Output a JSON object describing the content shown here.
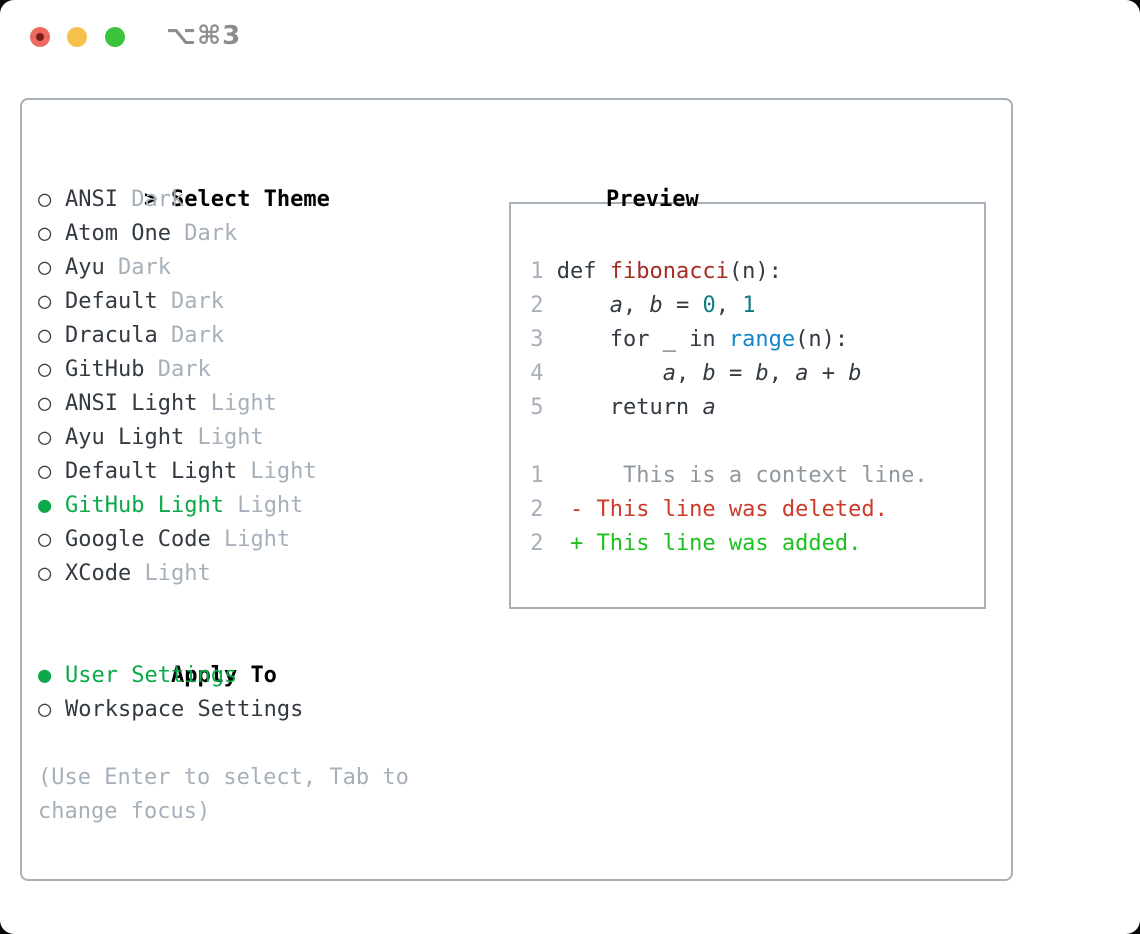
{
  "window": {
    "shortcut_label": "⌥⌘3"
  },
  "colors": {
    "selection_green": "#0ca94a",
    "added_green": "#1dc11d",
    "deleted_red": "#cd3a2a",
    "function_red": "#a62c21",
    "number_teal": "#0e7d84",
    "builtin_blue": "#1187c9",
    "text_dark": "#333a41",
    "muted_gray": "#a6b0ba",
    "context_gray": "#8f989f",
    "panel_border": "#a8b1ba",
    "traffic_red": "#ee6a5e",
    "traffic_yellow": "#f6c04c",
    "traffic_green": "#3bc43b"
  },
  "theme_picker": {
    "title_marker": ">",
    "title": "Select Theme",
    "radio_unselected": "○",
    "radio_selected": "●",
    "themes": [
      {
        "name": "ANSI",
        "variant": "Dark",
        "selected": false
      },
      {
        "name": "Atom One",
        "variant": "Dark",
        "selected": false
      },
      {
        "name": "Ayu",
        "variant": "Dark",
        "selected": false
      },
      {
        "name": "Default",
        "variant": "Dark",
        "selected": false
      },
      {
        "name": "Dracula",
        "variant": "Dark",
        "selected": false
      },
      {
        "name": "GitHub",
        "variant": "Dark",
        "selected": false
      },
      {
        "name": "ANSI Light",
        "variant": "Light",
        "selected": false
      },
      {
        "name": "Ayu Light",
        "variant": "Light",
        "selected": false
      },
      {
        "name": "Default Light",
        "variant": "Light",
        "selected": false
      },
      {
        "name": "GitHub Light",
        "variant": "Light",
        "selected": true
      },
      {
        "name": "Google Code",
        "variant": "Light",
        "selected": false
      },
      {
        "name": "XCode",
        "variant": "Light",
        "selected": false
      }
    ],
    "apply_to_title": "Apply To",
    "apply_options": [
      {
        "label": "User Settings",
        "selected": true
      },
      {
        "label": "Workspace Settings",
        "selected": false
      }
    ],
    "hint": "(Use Enter to select, Tab to change focus)"
  },
  "preview": {
    "title": "Preview",
    "lines": [
      {
        "num": "1",
        "tokens": [
          {
            "t": " def ",
            "c": "d"
          },
          {
            "t": "fibonacci",
            "c": "fn"
          },
          {
            "t": "(n):",
            "c": "d"
          }
        ]
      },
      {
        "num": "2",
        "tokens": [
          {
            "t": "     ",
            "c": "d"
          },
          {
            "t": "a",
            "c": "v"
          },
          {
            "t": ", ",
            "c": "d"
          },
          {
            "t": "b",
            "c": "v"
          },
          {
            "t": " = ",
            "c": "d"
          },
          {
            "t": "0",
            "c": "num"
          },
          {
            "t": ", ",
            "c": "d"
          },
          {
            "t": "1",
            "c": "num"
          }
        ]
      },
      {
        "num": "3",
        "tokens": [
          {
            "t": "     for _ in ",
            "c": "d"
          },
          {
            "t": "range",
            "c": "bi"
          },
          {
            "t": "(n):",
            "c": "d"
          }
        ]
      },
      {
        "num": "4",
        "tokens": [
          {
            "t": "         ",
            "c": "d"
          },
          {
            "t": "a",
            "c": "v"
          },
          {
            "t": ", ",
            "c": "d"
          },
          {
            "t": "b",
            "c": "v"
          },
          {
            "t": " = ",
            "c": "d"
          },
          {
            "t": "b",
            "c": "v"
          },
          {
            "t": ", ",
            "c": "d"
          },
          {
            "t": "a",
            "c": "v"
          },
          {
            "t": " + ",
            "c": "d"
          },
          {
            "t": "b",
            "c": "v"
          }
        ]
      },
      {
        "num": "5",
        "tokens": [
          {
            "t": "     return ",
            "c": "d"
          },
          {
            "t": "a",
            "c": "v"
          }
        ]
      },
      {
        "num": "",
        "tokens": []
      },
      {
        "num": "1",
        "tokens": [
          {
            "t": "      This is a context line.",
            "c": "ctx"
          }
        ]
      },
      {
        "num": "2",
        "tokens": [
          {
            "t": "  - This line was deleted.",
            "c": "del"
          }
        ]
      },
      {
        "num": "2",
        "tokens": [
          {
            "t": "  + This line was added.",
            "c": "add"
          }
        ]
      }
    ]
  }
}
